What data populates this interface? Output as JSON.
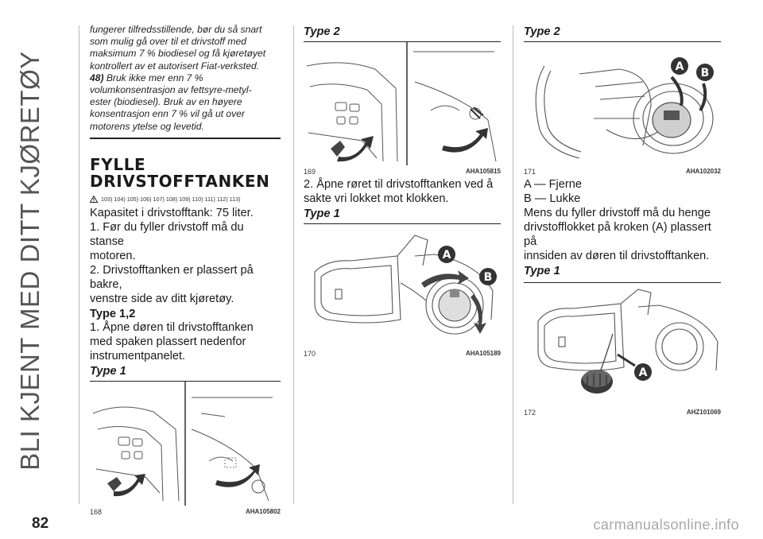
{
  "side_title": "BLI KJENT MED DITT KJØRETØY",
  "page_number": "82",
  "watermark": "carmanualsonline.info",
  "col1": {
    "note_lines": [
      "fungerer tilfredsstillende, bør du så snart",
      "som mulig gå over til et drivstoff med",
      "maksimum 7 % biodiesel og få kjøretøyet",
      "kontrollert av et autorisert Fiat-verksted."
    ],
    "note_ref": "48)",
    "note_ref_text": "Bruk ikke mer enn 7 %",
    "note_lines2": [
      "volumkonsentrasjon av fettsyre-metyl-",
      "ester (biodiesel). Bruk av en høyere",
      "konsentrasjon enn 7 % vil gå ut over",
      "motorens ytelse og levetid."
    ],
    "heading_line1": "FYLLE",
    "heading_line2": "DRIVSTOFFTANKEN",
    "refs": "103) 104) 105) 106) 107) 108) 109) 110) 111) 112) 113)",
    "capacity": "Kapasitet i drivstofftank: 75 liter.",
    "step1_a": "1. Før du fyller drivstoff må du stanse",
    "step1_b": "motoren.",
    "step2_a": "2. Drivstofftanken er plassert på bakre,",
    "step2_b": "venstre side av ditt kjøretøy.",
    "subheading": "Type 1,2",
    "open_a": "1. Åpne døren til drivstofftanken",
    "open_b": "med spaken plassert nedenfor",
    "open_c": "instrumentpanelet.",
    "type_label": "Type 1",
    "fig_number": "168",
    "fig_code": "AHA105802"
  },
  "col2": {
    "type_label_top": "Type 2",
    "fig1_number": "169",
    "fig1_code": "AHA105815",
    "text_a": "2. Åpne røret til drivstofftanken ved å",
    "text_b": "sakte vri lokket mot klokken.",
    "type_label_mid": "Type 1",
    "fig2_number": "170",
    "fig2_code": "AHA105189",
    "callout_a": "A",
    "callout_b": "B"
  },
  "col3": {
    "type_label_top": "Type 2",
    "fig1_number": "171",
    "fig1_code": "AHA102032",
    "legend_a": "A — Fjerne",
    "legend_b": "B — Lukke",
    "text_a": "Mens du fyller drivstoff må du henge",
    "text_b": "drivstofflokket på kroken (A) plassert på",
    "text_c": "innsiden av døren til drivstofftanken.",
    "type_label_mid": "Type 1",
    "fig2_number": "172",
    "fig2_code": "AHZ101069",
    "callout_a": "A",
    "callout_b": "B"
  }
}
